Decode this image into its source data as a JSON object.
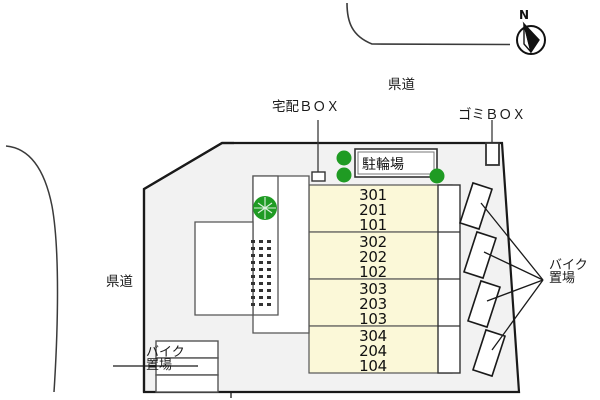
{
  "diagram": {
    "kind": "site-plan",
    "colors": {
      "building_fill": "#fbf8d8",
      "site_fill": "#f2f2f2",
      "outline": "#1a1a1a",
      "tree_green": "#1f9b23",
      "label_text": "#1a1a1a"
    }
  },
  "compass": {
    "north_label": "N"
  },
  "roads": {
    "top_label": "県道",
    "left_label": "県道"
  },
  "facilities": {
    "delivery_box_label": "宅配ＢＯＸ",
    "garbage_box_label": "ゴミＢＯＸ",
    "bicycle_parking_label": "駐輪場",
    "motorcycle_parking_right_line1": "バイク",
    "motorcycle_parking_right_line2": "置場",
    "motorcycle_parking_left_line1": "バイク",
    "motorcycle_parking_left_line2": "置場"
  },
  "building": {
    "rows": [
      {
        "units": [
          "301",
          "201",
          "101"
        ]
      },
      {
        "units": [
          "302",
          "202",
          "102"
        ]
      },
      {
        "units": [
          "303",
          "203",
          "103"
        ]
      },
      {
        "units": [
          "304",
          "204",
          "104"
        ]
      }
    ]
  }
}
